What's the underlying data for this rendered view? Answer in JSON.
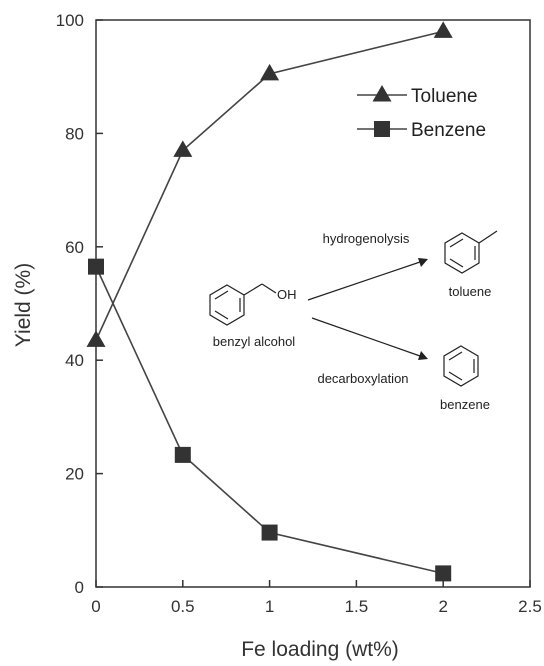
{
  "chart_data": {
    "type": "line",
    "xlabel": "Fe loading (wt%)",
    "ylabel": "Yield (%)",
    "xlim": [
      0,
      2.5
    ],
    "ylim": [
      0,
      100
    ],
    "xticks": [
      0,
      0.5,
      1,
      1.5,
      2,
      2.5
    ],
    "xtick_labels": [
      "0",
      "0.5",
      "1",
      "1.5",
      "2",
      "2.5"
    ],
    "yticks": [
      0,
      20,
      40,
      60,
      80,
      100
    ],
    "ytick_labels": [
      "0",
      "20",
      "40",
      "60",
      "80",
      "100"
    ],
    "grid": false,
    "legend_position": "top-right",
    "series": [
      {
        "name": "Toluene",
        "marker": "triangle",
        "x": [
          0,
          0.5,
          1,
          2
        ],
        "y": [
          43.5,
          77,
          90.5,
          98
        ]
      },
      {
        "name": "Benzene",
        "marker": "square",
        "x": [
          0,
          0.5,
          1,
          2
        ],
        "y": [
          56.5,
          23.3,
          9.6,
          2.4
        ]
      }
    ],
    "colors": {
      "line": "#444444",
      "marker": "#333333",
      "axis": "#333333"
    },
    "annotations": {
      "reactant": "benzyl alcohol",
      "hydroxyl": "OH",
      "path_top": "hydrogenolysis",
      "path_bottom": "decarboxylation",
      "product_top": "toluene",
      "product_bottom": "benzene"
    }
  }
}
